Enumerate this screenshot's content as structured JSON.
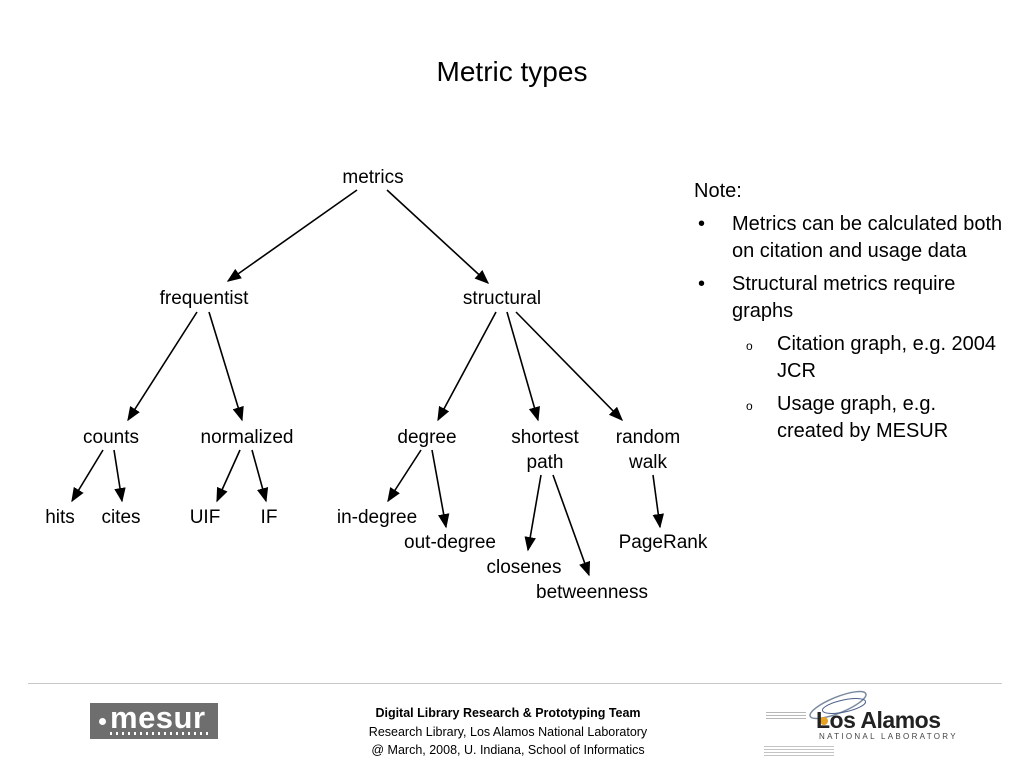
{
  "slide": {
    "title": "Metric types"
  },
  "diagram": {
    "nodes": {
      "metrics": "metrics",
      "frequentist": "frequentist",
      "structural": "structural",
      "counts": "counts",
      "normalized": "normalized",
      "degree": "degree",
      "shortest_path_1": "shortest",
      "shortest_path_2": "path",
      "random_walk_1": "random",
      "random_walk_2": "walk",
      "hits": "hits",
      "cites": "cites",
      "uif": "UIF",
      "if": "IF",
      "in_degree": "in-degree",
      "out_degree": "out-degree",
      "closenes": "closenes",
      "betweenness": "betweenness",
      "pagerank": "PageRank"
    }
  },
  "note": {
    "heading": "Note:",
    "bullet_marker": "•",
    "sub_marker": "o",
    "bullets": [
      "Metrics can be calculated both on citation and usage data",
      "Structural metrics require graphs"
    ],
    "sub_bullets": [
      "Citation graph, e.g. 2004 JCR",
      "Usage graph, e.g. created by MESUR"
    ]
  },
  "footer": {
    "line1": "Digital Library Research & Prototyping Team",
    "line2": "Research Library, Los Alamos National Laboratory",
    "line3": "@ March, 2008, U. Indiana, School of Informatics",
    "mesur_logo": "mesur",
    "lanl_logo": "Los Alamos",
    "lanl_sub": "NATIONAL LABORATORY"
  }
}
